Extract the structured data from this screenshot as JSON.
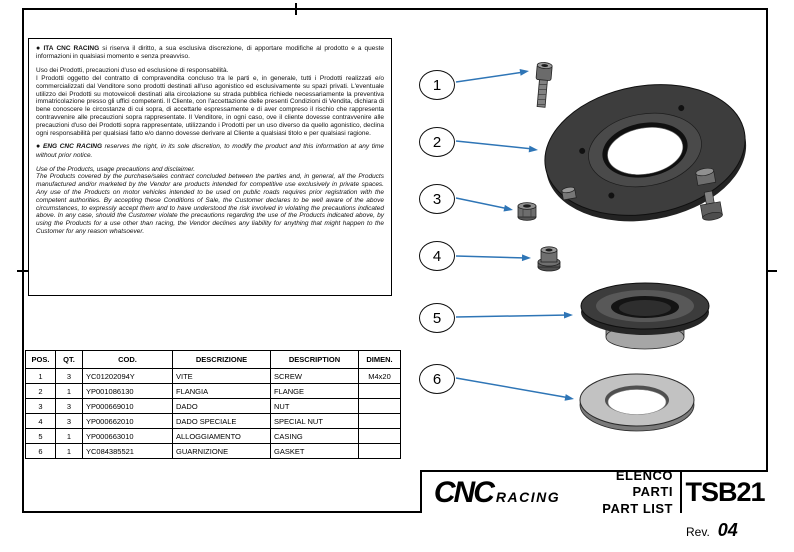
{
  "disclaimer": {
    "bullet": "●",
    "brand": "CNC RACING",
    "ita_tag": "ITA",
    "ita_intro": "si riserva il diritto, a sua esclusiva discrezione, di apportare modifiche al prodotto e a queste informazioni in qualsiasi momento e senza preavviso.",
    "ita_title": "Uso dei Prodotti, precauzioni d'uso ed esclusione di responsabilità.",
    "ita_body": "I Prodotti oggetto del contratto di compravendita concluso tra le parti e, in generale, tutti i Prodotti realizzati e/o commercializzati dal Venditore sono prodotti destinati all'uso agonistico ed esclusivamente su spazi privati. L'eventuale utilizzo dei Prodotti su motoveicoli destinati alla circolazione su strada pubblica richiede necessariamente la preventiva immatricolazione presso gli uffici competenti. Il Cliente, con l'accettazione delle presenti Condizioni di Vendita, dichiara di bene conoscere le circostanze di cui sopra, di accettarle espressamente e di aver compreso il rischio che rappresenta contravvenire alle precauzioni sopra rappresentate. Il Venditore, in ogni caso, ove il cliente dovesse contravvenire alle precauzioni d'uso dei Prodotti sopra rappresentate, utilizzando i Prodotti per un uso diverso da quello agonistico, declina ogni responsabilità per qualsiasi fatto e/o danno dovesse derivare al Cliente a qualsiasi titolo e per qualsiasi ragione.",
    "eng_tag": "ENG",
    "eng_intro": "reserves the right, in its sole discretion, to modify the product and this information at any time without prior notice.",
    "eng_title": "Use of the Products, usage precautions and disclaimer.",
    "eng_body": "The Products covered by the purchase/sales contract concluded between the parties and, in general, all the Products manufactured and/or marketed by the Vendor are products intended for competitive use exclusively in private spaces. Any use of the Products on motor vehicles intended to be used on public roads requires prior registration with the competent authorities. By accepting these Conditions of Sale, the Customer declares to be well aware of the above circumstances, to expressly accept them and to have understood the risk involved in violating the precautions indicated above. In any case, should the Customer violate the precautions regarding the use of the Products indicated above, by using the Products for a use other than racing, the Vendor declines any liability for anything that might happen to the Customer for any reason whatsoever."
  },
  "callouts": [
    {
      "num": "1"
    },
    {
      "num": "2"
    },
    {
      "num": "3"
    },
    {
      "num": "4"
    },
    {
      "num": "5"
    },
    {
      "num": "6"
    }
  ],
  "diagram": {
    "arrow_color": "#2e75b6",
    "part_names": [
      "screw",
      "flange",
      "nut",
      "special-nut",
      "casing",
      "gasket"
    ]
  },
  "table": {
    "headers": [
      "POS.",
      "QT.",
      "COD.",
      "DESCRIZIONE",
      "DESCRIPTION",
      "DIMEN."
    ],
    "rows": [
      [
        "1",
        "3",
        "YC01202094Y",
        "VITE",
        "SCREW",
        "M4x20"
      ],
      [
        "2",
        "1",
        "YP001086130",
        "FLANGIA",
        "FLANGE",
        ""
      ],
      [
        "3",
        "3",
        "YP000669010",
        "DADO",
        "NUT",
        ""
      ],
      [
        "4",
        "3",
        "YP000662010",
        "DADO SPECIALE",
        "SPECIAL NUT",
        ""
      ],
      [
        "5",
        "1",
        "YP000663010",
        "ALLOGGIAMENTO",
        "CASING",
        ""
      ],
      [
        "6",
        "1",
        "YC084385521",
        "GUARNIZIONE",
        "GASKET",
        ""
      ]
    ]
  },
  "title_block": {
    "logo_main": "CNC",
    "logo_sub": "RACING",
    "title_line1": "ELENCO PARTI",
    "title_line2": "PART LIST",
    "doc_code": "TSB21"
  },
  "revision": {
    "label": "Rev.",
    "value": "04"
  }
}
